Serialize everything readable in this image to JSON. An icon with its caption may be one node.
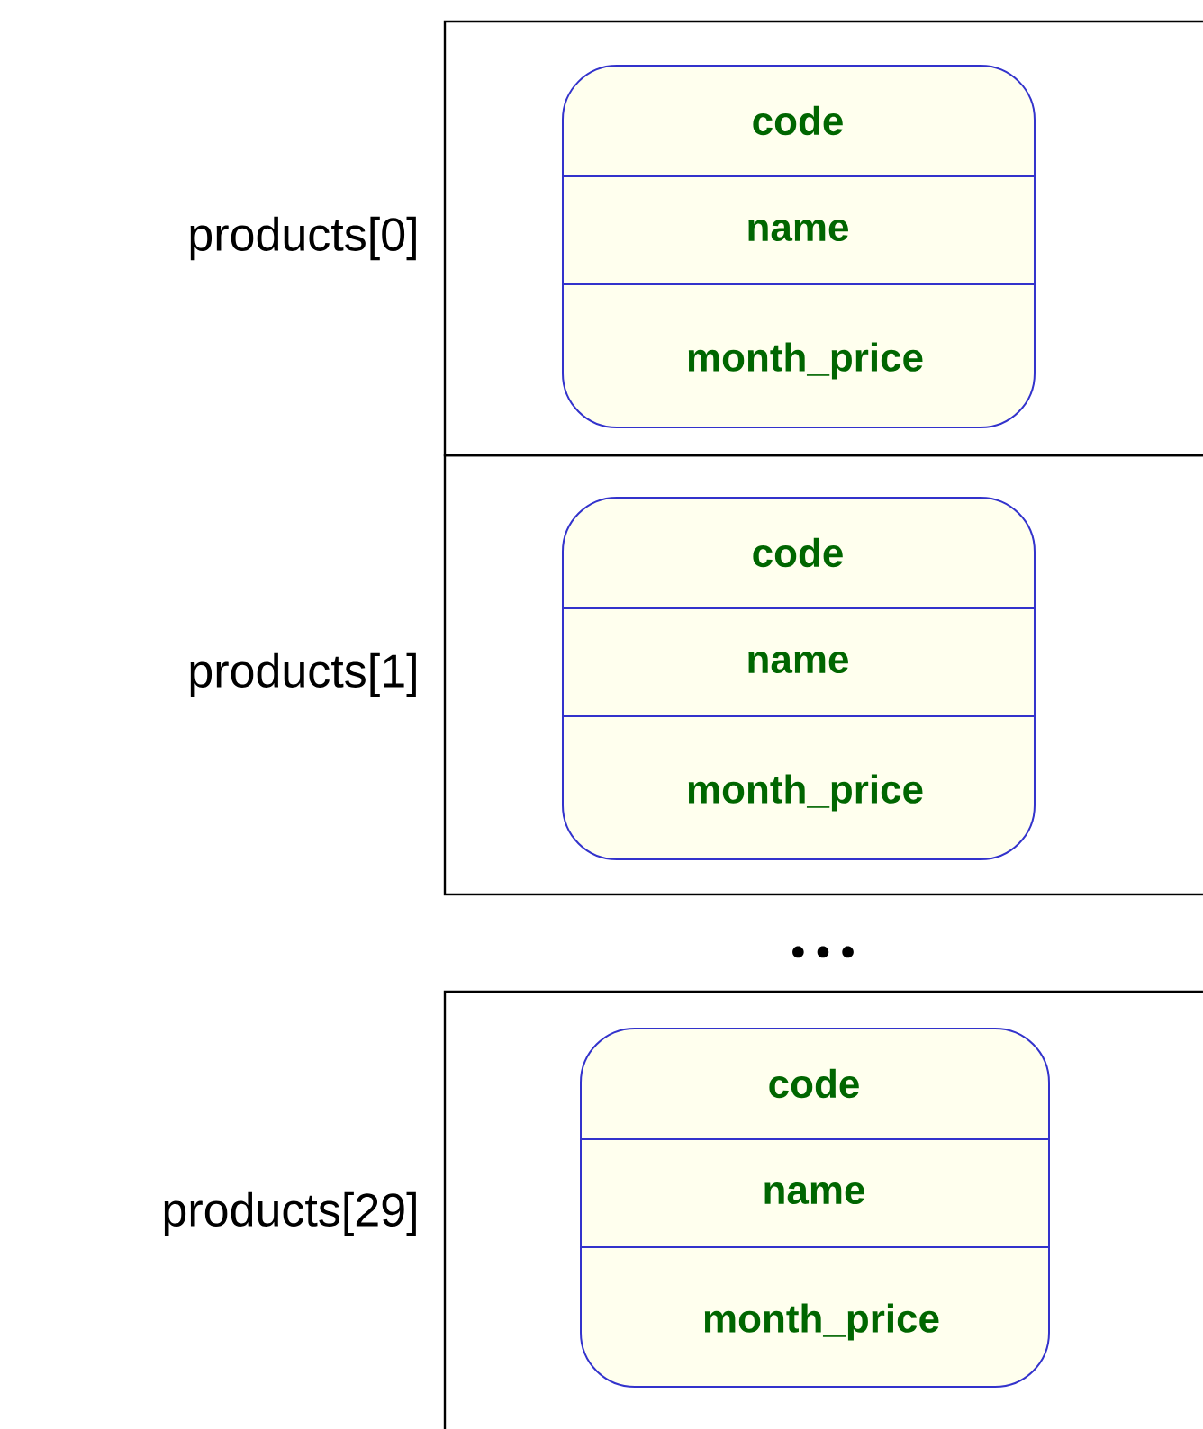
{
  "diagram": {
    "nodes": [
      {
        "text": [
          "products[0]"
        ]
      },
      {
        "text": [
          "code",
          "name",
          "month_price"
        ],
        "in": 0
      },
      {
        "text": [
          "products[1]"
        ]
      },
      {
        "text": [
          "code",
          "name",
          "month_price"
        ],
        "in": 2
      },
      {
        "text": [
          "products[29]"
        ]
      },
      {
        "text": [
          "code",
          "name",
          "month_price"
        ],
        "in": 4
      }
    ],
    "labels": [
      "• • •"
    ]
  }
}
